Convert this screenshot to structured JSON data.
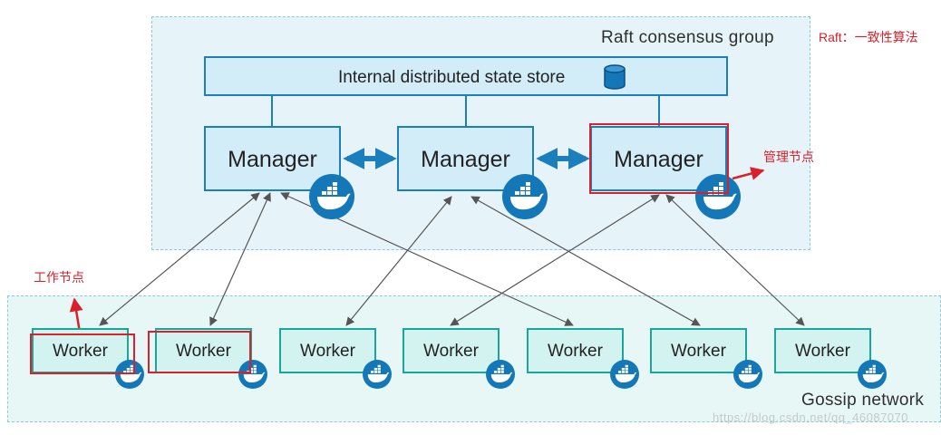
{
  "raft_group": {
    "label": "Raft consensus group"
  },
  "store": {
    "label": "Internal distributed state store",
    "icon": "database-icon"
  },
  "managers": [
    {
      "label": "Manager"
    },
    {
      "label": "Manager"
    },
    {
      "label": "Manager"
    }
  ],
  "workers": [
    {
      "label": "Worker"
    },
    {
      "label": "Worker"
    },
    {
      "label": "Worker"
    },
    {
      "label": "Worker"
    },
    {
      "label": "Worker"
    },
    {
      "label": "Worker"
    },
    {
      "label": "Worker"
    }
  ],
  "gossip": {
    "label": "Gossip network"
  },
  "annotations": {
    "raft_note": "Raft：一致性算法",
    "manager_note": "管理节点",
    "worker_note": "工作节点"
  },
  "watermark": "https://blog.csdn.net/qq_46087070",
  "colors": {
    "manager_border": "#1a7fbc",
    "manager_fill": "#d2ecf8",
    "worker_border": "#1ba69c",
    "worker_fill": "#d3f3f1",
    "docker": "#1478b8",
    "annotation": "#d9212c"
  }
}
